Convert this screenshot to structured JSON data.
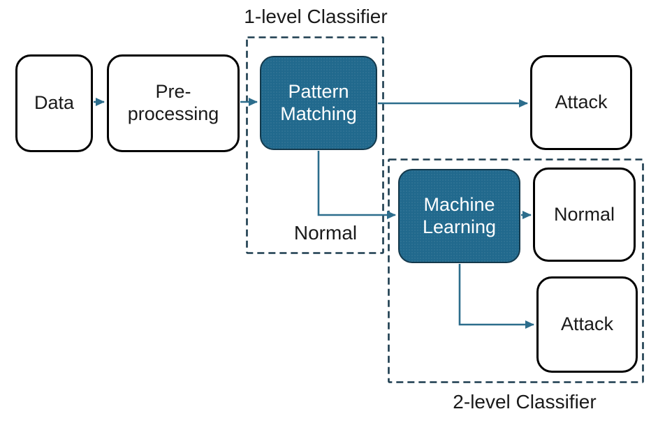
{
  "diagram": {
    "colors": {
      "node_fill": "#21698d",
      "node_stroke": "#14394c",
      "plain_fill": "#ffffff",
      "plain_stroke": "#000000",
      "arrow": "#2c6d8c",
      "group_outline": "#1c3c4e",
      "text_dark": "#1a1a1a",
      "text_light": "#ffffff"
    },
    "groups": {
      "level1": {
        "label": "1-level Classifier"
      },
      "level2": {
        "label": "2-level Classifier"
      }
    },
    "nodes": {
      "data": {
        "label": "Data"
      },
      "preprocessing": {
        "label": "Pre-\nprocessing"
      },
      "pattern_matching": {
        "label": "Pattern\nMatching"
      },
      "attack_top": {
        "label": "Attack"
      },
      "machine_learning": {
        "label": "Machine\nLearning"
      },
      "normal_right": {
        "label": "Normal"
      },
      "attack_bottom": {
        "label": "Attack"
      }
    },
    "edge_labels": {
      "pattern_to_ml": "Normal"
    }
  }
}
